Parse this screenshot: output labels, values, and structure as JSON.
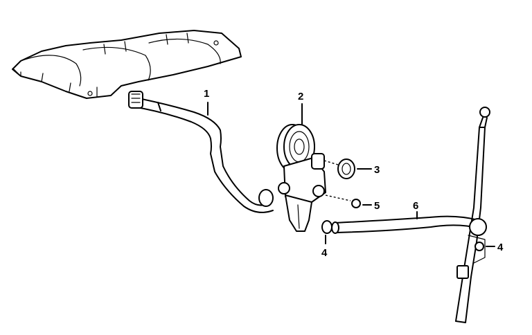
{
  "callouts": [
    {
      "id": "1",
      "text": "1"
    },
    {
      "id": "2",
      "text": "2"
    },
    {
      "id": "3",
      "text": "3"
    },
    {
      "id": "4a",
      "text": "4"
    },
    {
      "id": "4b",
      "text": "4"
    },
    {
      "id": "5",
      "text": "5"
    },
    {
      "id": "6",
      "text": "6"
    }
  ]
}
